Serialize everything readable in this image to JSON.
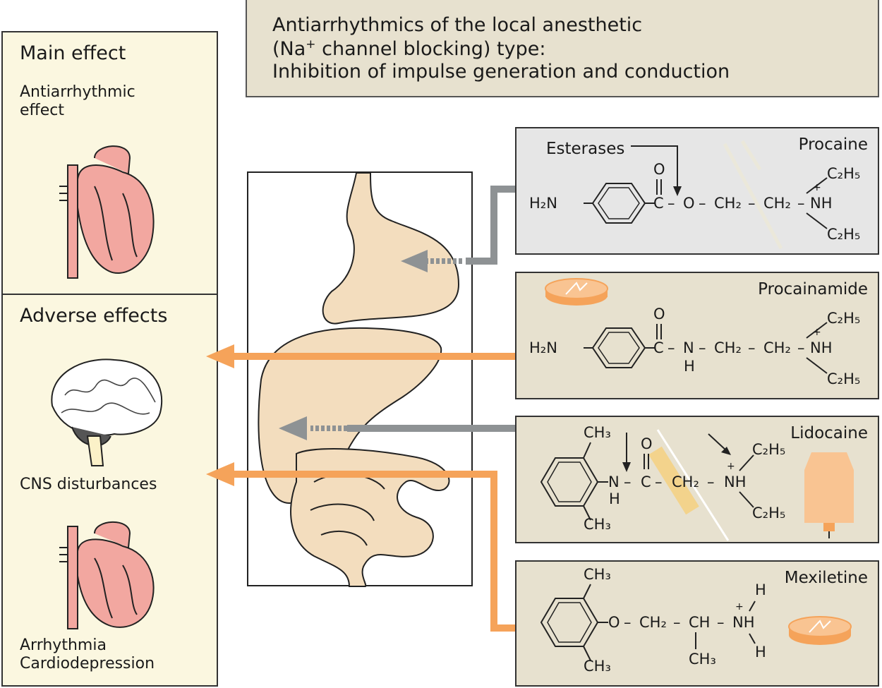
{
  "header": {
    "line1": "Antiarrhythmics of the local anesthetic",
    "line2_pre": "(Na",
    "line2_sup": "+",
    "line2_post": " channel blocking) type:",
    "line3": "Inhibition of impulse generation and conduction"
  },
  "main_effect": {
    "title": "Main effect",
    "text": "Antiarrhythmic\neffect"
  },
  "adverse_effects": {
    "title": "Adverse effects",
    "cns": "CNS disturbances",
    "cardiac": "Arrhythmia\nCardiodepression"
  },
  "drugs": {
    "procaine": {
      "name": "Procaine",
      "enzyme": "Esterases"
    },
    "procainamide": {
      "name": "Procainamide"
    },
    "lidocaine": {
      "name": "Lidocaine"
    },
    "mexiletine": {
      "name": "Mexiletine"
    }
  },
  "chem": {
    "h2n": "H₂N",
    "o": "O",
    "c": "C",
    "o_link": "O",
    "ch2": "CH₂",
    "nh": "NH",
    "n": "N",
    "h": "H",
    "plus": "+",
    "c2h5": "C₂H₅",
    "ch3": "CH₃",
    "ch": "CH",
    "dash": "–"
  },
  "colors": {
    "panel": "#fbf7e0",
    "header": "#e7e1cf",
    "procaine_box": "#e6e6e6",
    "drug_box": "#e7e1cf",
    "orange": "#f5a35a",
    "gray_arrow": "#8e9294",
    "organ": "#f3ddbe",
    "heart": "#f2a7a0"
  }
}
